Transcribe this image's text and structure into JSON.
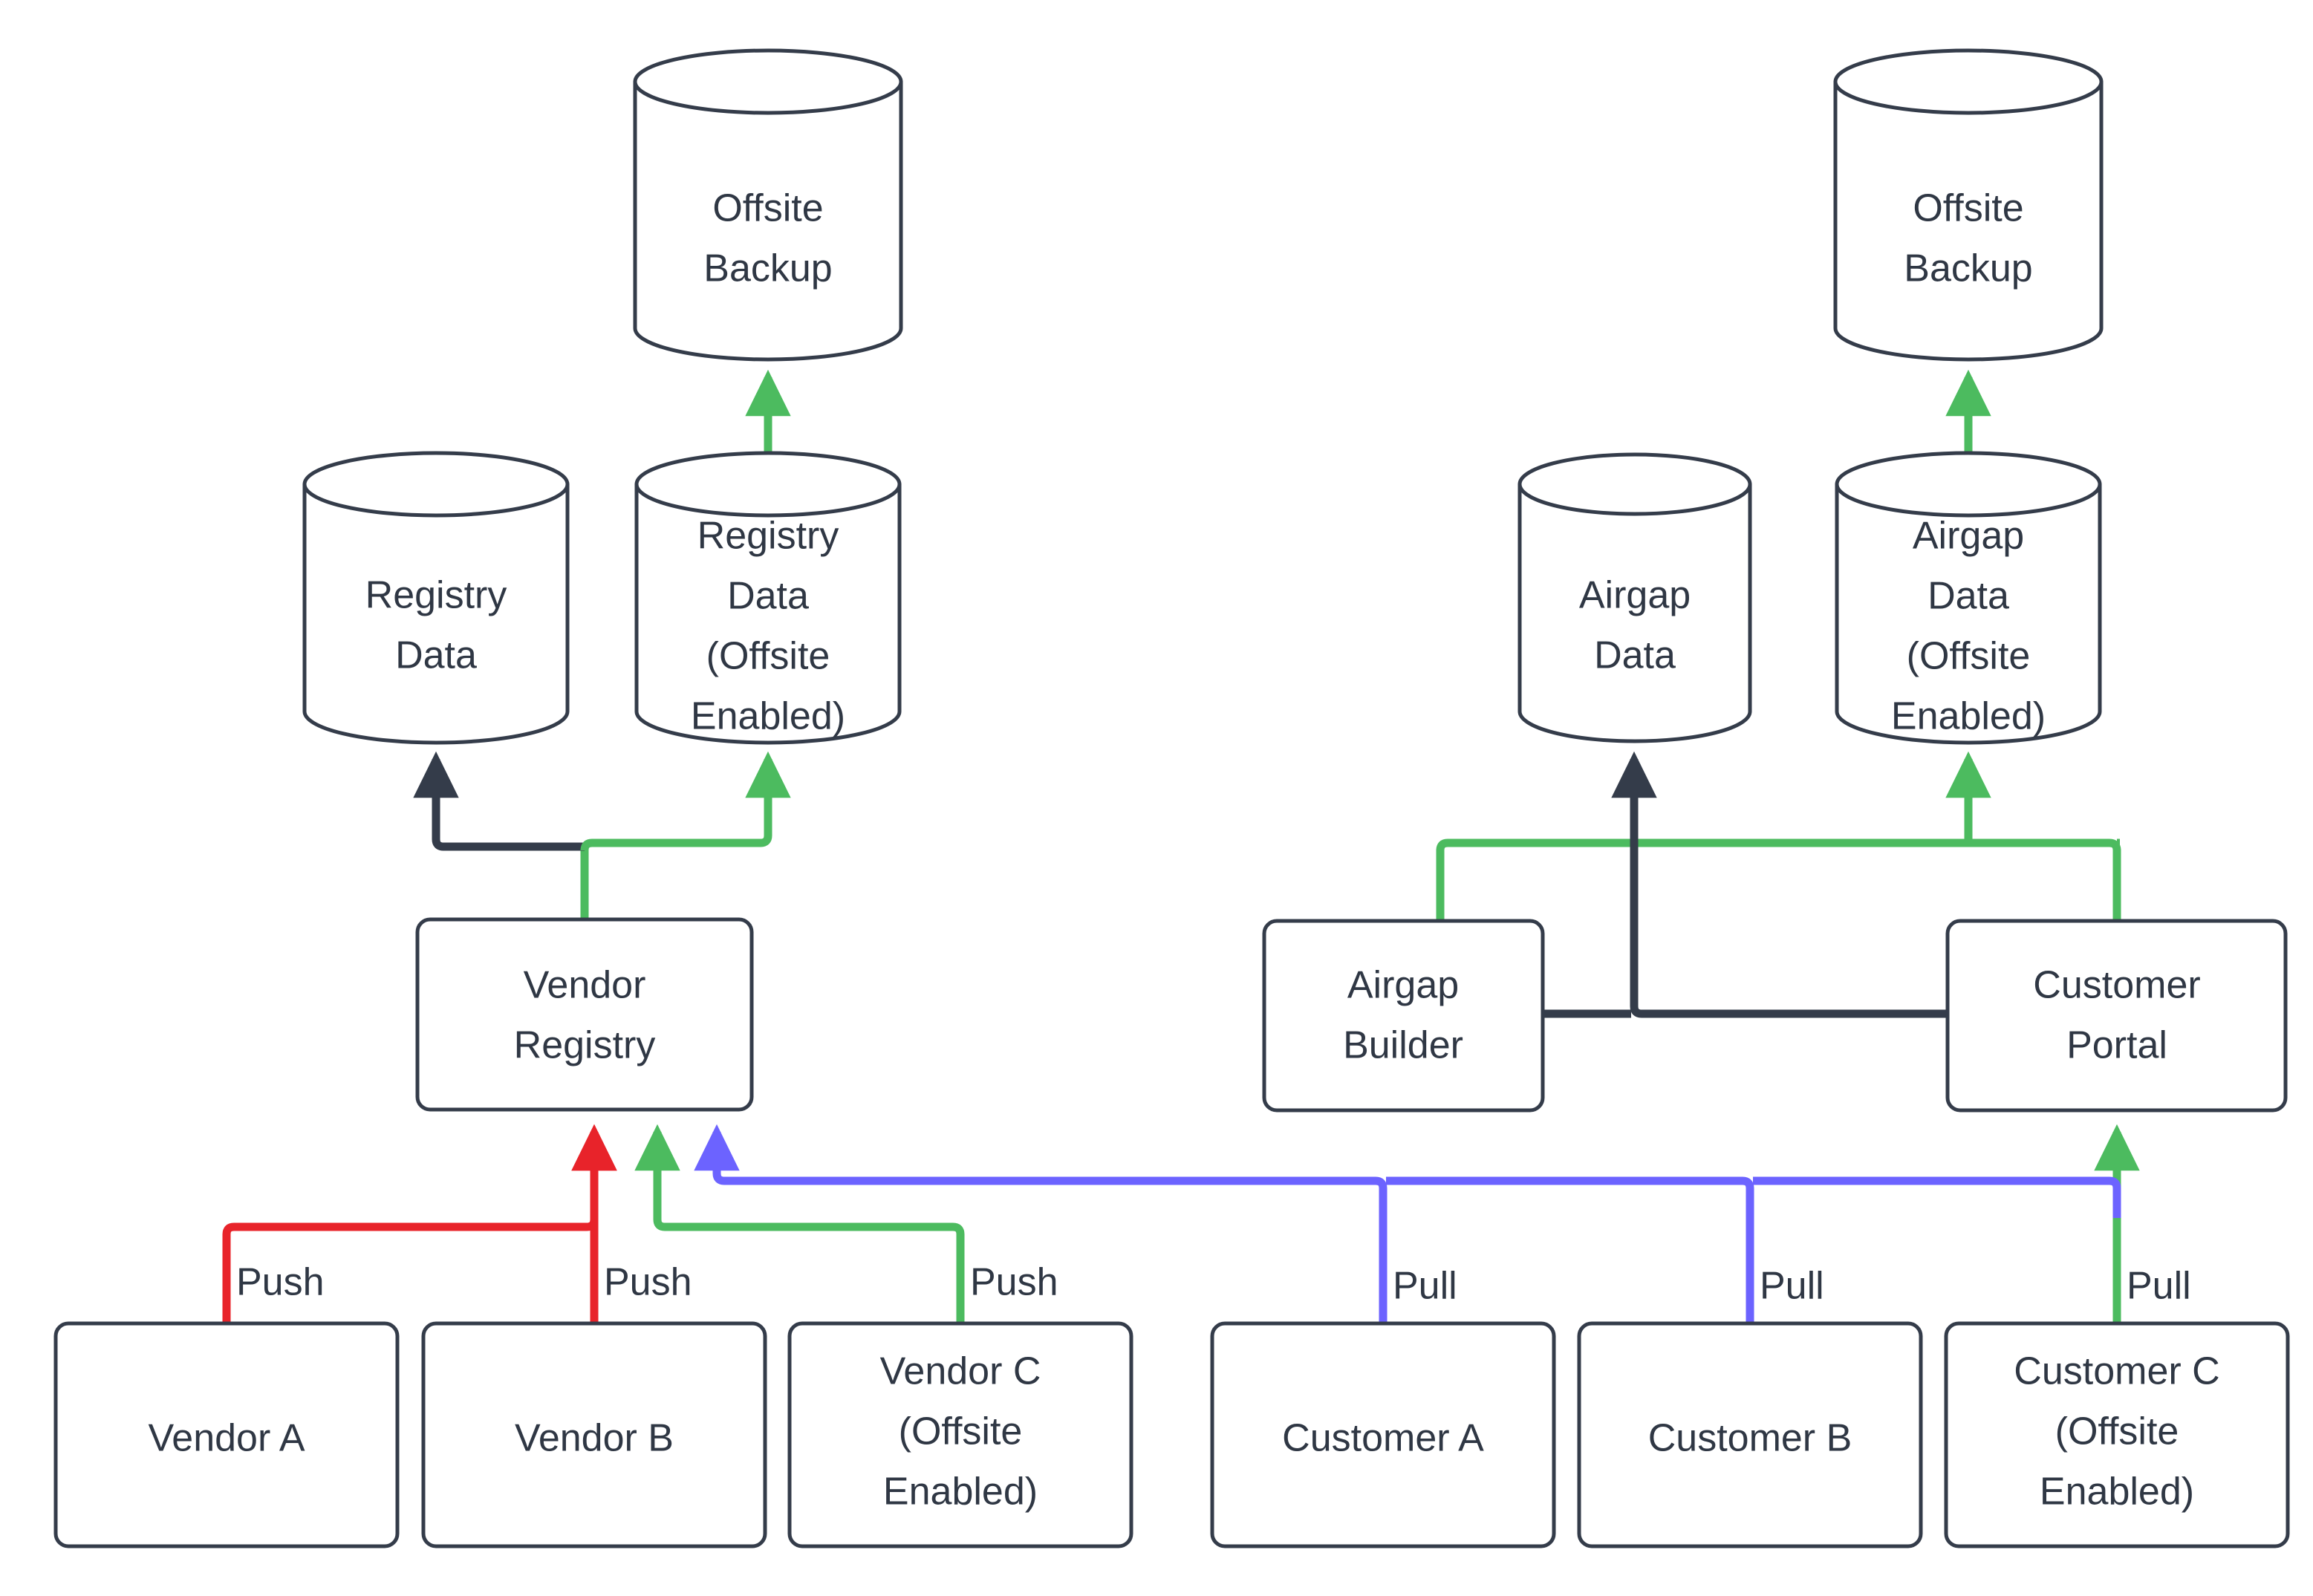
{
  "diagram": {
    "title": "Vendor Registry and Airgap Data Flow",
    "background": "#FFFFFF",
    "colors": {
      "stroke_dark": "#343C4A",
      "text": "#2F3744",
      "push_red": "#E8232A",
      "offsite_green": "#4CBB5F",
      "pull_blue": "#6C63FF",
      "node_fill": "#FFFFFF"
    }
  },
  "nodes": {
    "offsite_backup_left": {
      "label_line1": "Offsite",
      "label_line2": "Backup",
      "shape": "cylinder"
    },
    "registry_data": {
      "label_line1": "Registry",
      "label_line2": "Data",
      "shape": "cylinder"
    },
    "registry_data_offsite": {
      "label_line1": "Registry",
      "label_line2": "Data",
      "label_line3": "(Offsite",
      "label_line4": "Enabled)",
      "shape": "cylinder"
    },
    "vendor_registry": {
      "label_line1": "Vendor",
      "label_line2": "Registry",
      "shape": "box"
    },
    "vendor_a": {
      "label_line1": "Vendor A",
      "shape": "box"
    },
    "vendor_b": {
      "label_line1": "Vendor B",
      "shape": "box"
    },
    "vendor_c": {
      "label_line1": "Vendor C",
      "label_line2": "(Offsite",
      "label_line3": "Enabled)",
      "shape": "box"
    },
    "offsite_backup_right": {
      "label_line1": "Offsite",
      "label_line2": "Backup",
      "shape": "cylinder"
    },
    "airgap_data": {
      "label_line1": "Airgap",
      "label_line2": "Data",
      "shape": "cylinder"
    },
    "airgap_data_offsite": {
      "label_line1": "Airgap",
      "label_line2": "Data",
      "label_line3": "(Offsite",
      "label_line4": "Enabled)",
      "shape": "cylinder"
    },
    "airgap_builder": {
      "label_line1": "Airgap",
      "label_line2": "Builder",
      "shape": "box"
    },
    "customer_portal": {
      "label_line1": "Customer",
      "label_line2": "Portal",
      "shape": "box"
    },
    "customer_a": {
      "label_line1": "Customer A",
      "shape": "box"
    },
    "customer_b": {
      "label_line1": "Customer B",
      "shape": "box"
    },
    "customer_c": {
      "label_line1": "Customer C",
      "label_line2": "(Offsite",
      "label_line3": "Enabled)",
      "shape": "box"
    }
  },
  "edge_labels": {
    "vendor_a_push": "Push",
    "vendor_b_push": "Push",
    "vendor_c_push": "Push",
    "customer_a_pull": "Pull",
    "customer_b_pull": "Pull",
    "customer_c_pull": "Pull"
  },
  "edges": [
    {
      "from": "registry_data_offsite",
      "to": "offsite_backup_left",
      "color": "#4CBB5F",
      "label": ""
    },
    {
      "from": "vendor_registry",
      "to": "registry_data",
      "color": "#343C4A",
      "label": ""
    },
    {
      "from": "vendor_registry",
      "to": "registry_data_offsite",
      "color": "#4CBB5F",
      "label": ""
    },
    {
      "from": "vendor_a",
      "to": "vendor_registry",
      "color": "#E8232A",
      "label": "Push"
    },
    {
      "from": "vendor_b",
      "to": "vendor_registry",
      "color": "#E8232A",
      "label": "Push"
    },
    {
      "from": "vendor_c",
      "to": "vendor_registry",
      "color": "#4CBB5F",
      "label": "Push"
    },
    {
      "from": "customer_a",
      "to": "vendor_registry",
      "color": "#6C63FF",
      "label": "Pull"
    },
    {
      "from": "customer_b",
      "to": "vendor_registry",
      "color": "#6C63FF",
      "label": "Pull"
    },
    {
      "from": "customer_c",
      "to": "customer_portal",
      "color": "#4CBB5F",
      "label": "Pull"
    },
    {
      "from": "airgap_data_offsite",
      "to": "offsite_backup_right",
      "color": "#4CBB5F",
      "label": ""
    },
    {
      "from": "customer_portal",
      "to": "airgap_data",
      "color": "#343C4A",
      "label": ""
    },
    {
      "from": "customer_portal",
      "to": "airgap_data_offsite",
      "color": "#4CBB5F",
      "label": ""
    },
    {
      "from": "airgap_builder",
      "to": "airgap_data_offsite",
      "color": "#4CBB5F",
      "label": ""
    }
  ]
}
